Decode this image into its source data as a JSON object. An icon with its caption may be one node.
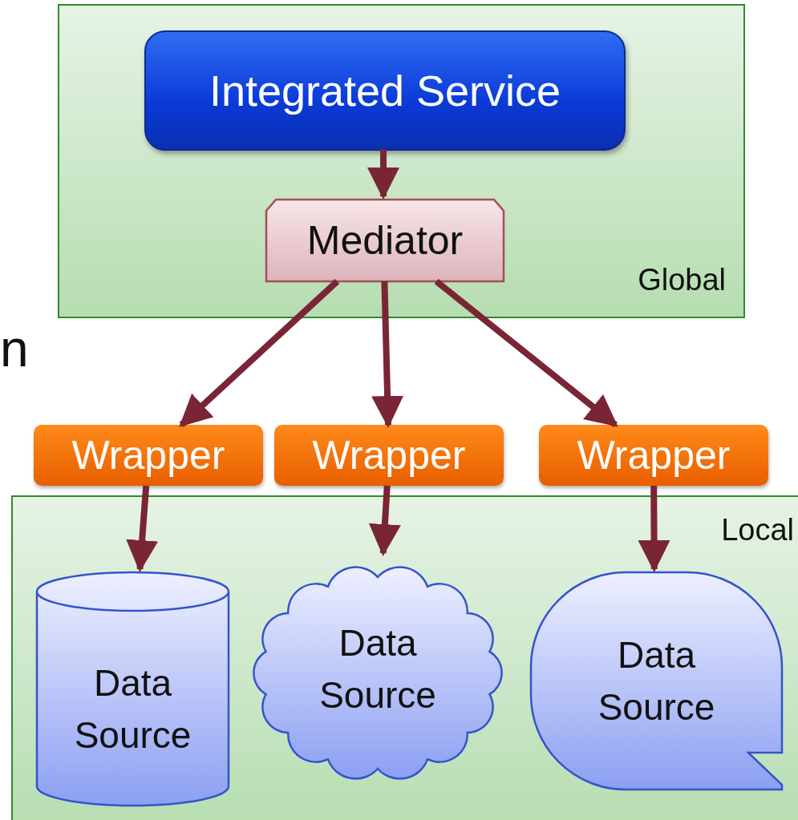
{
  "diagram": {
    "nodes": [
      {
        "text": [
          "Global"
        ]
      },
      {
        "text": [
          "Integrated Service"
        ],
        "in": 0
      },
      {
        "text": [
          "Mediator"
        ],
        "in": 0
      },
      {
        "text": [
          "Wrapper"
        ]
      },
      {
        "text": [
          "Wrapper"
        ]
      },
      {
        "text": [
          "Wrapper"
        ]
      },
      {
        "text": [
          "Local"
        ]
      },
      {
        "text": [
          "Data Source"
        ],
        "in": 6
      },
      {
        "text": [
          "Data Source"
        ],
        "in": 6
      },
      {
        "text": [
          "Data Source"
        ],
        "in": 6
      }
    ],
    "edges": [
      {
        "from": 1,
        "to": 2,
        "arrow": "to"
      },
      {
        "from": 2,
        "to": 3,
        "arrow": "to"
      },
      {
        "from": 2,
        "to": 4,
        "arrow": "to"
      },
      {
        "from": 2,
        "to": 5,
        "arrow": "to"
      },
      {
        "from": 3,
        "to": 7,
        "arrow": "to"
      },
      {
        "from": 4,
        "to": 8,
        "arrow": "to"
      },
      {
        "from": 5,
        "to": 9,
        "arrow": "to"
      }
    ],
    "labels": [
      "n"
    ]
  }
}
